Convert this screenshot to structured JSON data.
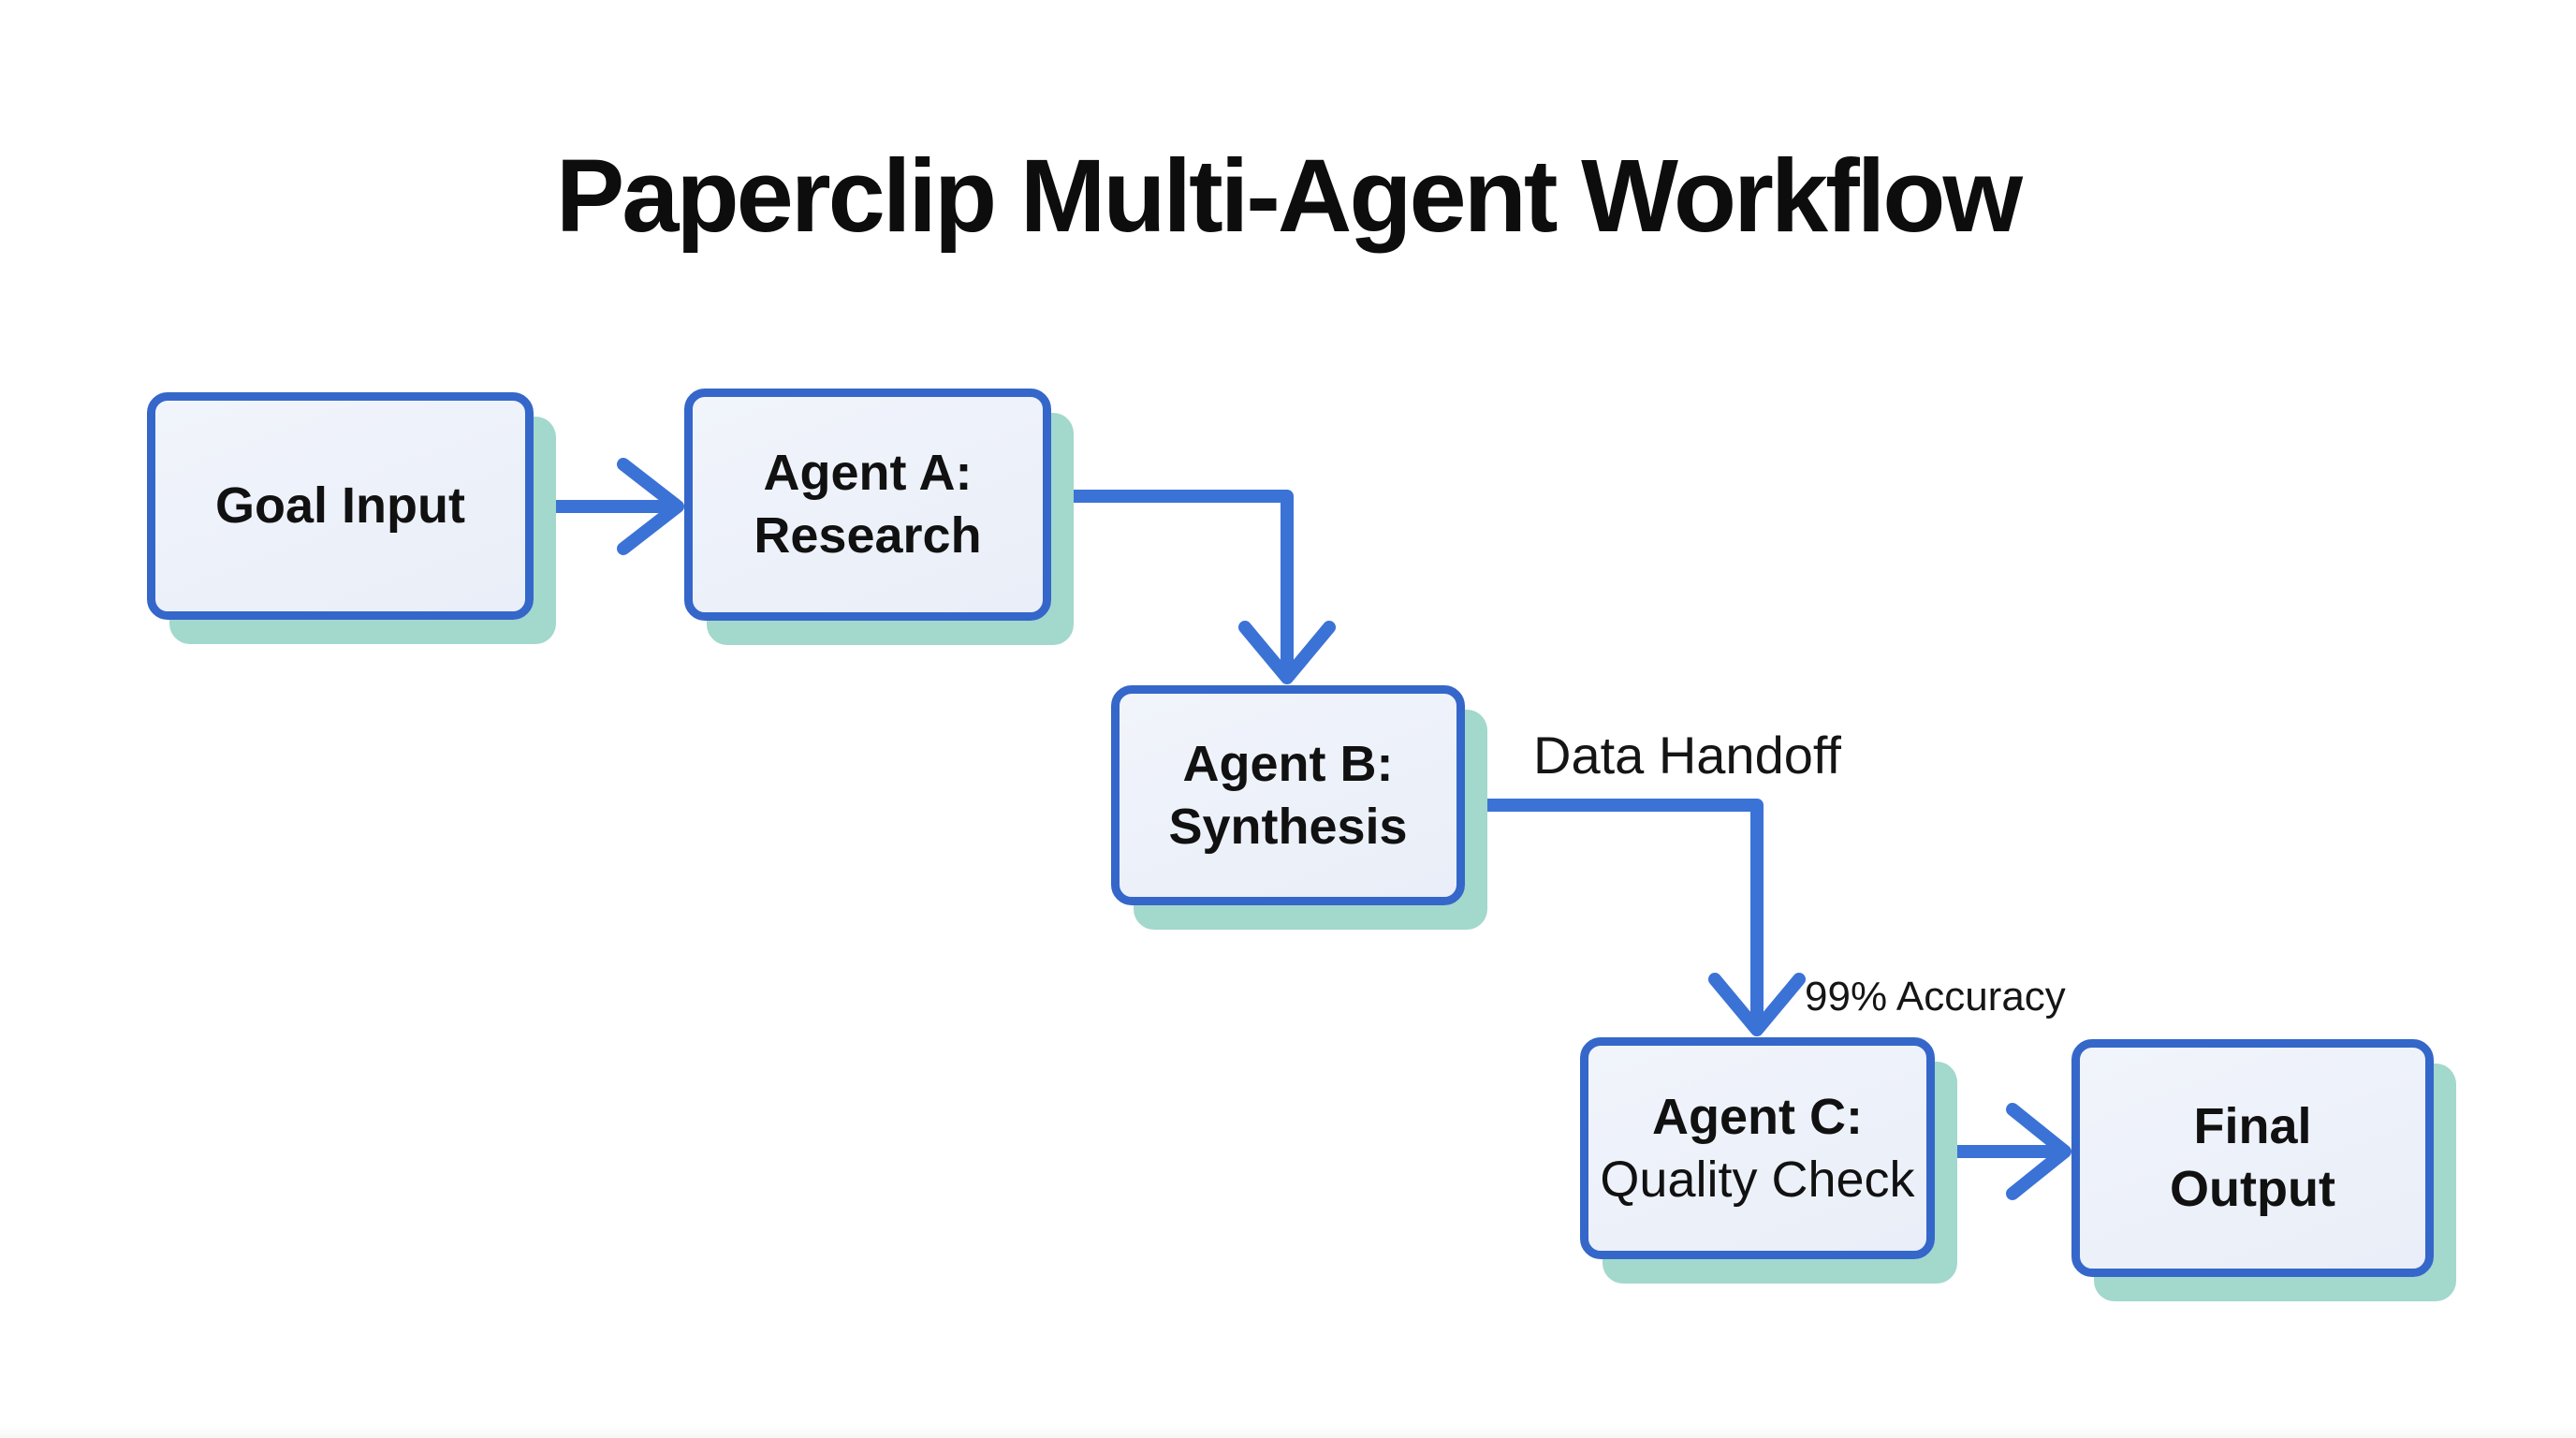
{
  "title": "Paperclip Multi-Agent Workflow",
  "diagram": {
    "nodes": [
      {
        "id": "goal-input",
        "line1": "Goal Input"
      },
      {
        "id": "agent-a",
        "line1": "Agent A:",
        "line2": "Research"
      },
      {
        "id": "agent-b",
        "line1": "Agent B:",
        "line2": "Synthesis"
      },
      {
        "id": "agent-c",
        "line1": "Agent C:",
        "line2": "Quality Check"
      },
      {
        "id": "final-output",
        "line1": "Final",
        "line2": "Output"
      }
    ],
    "edges": [
      {
        "id": "goal-to-agent-a",
        "from": "goal-input",
        "to": "agent-a"
      },
      {
        "id": "agent-a-to-agent-b",
        "from": "agent-a",
        "to": "agent-b"
      },
      {
        "id": "agent-b-to-agent-c",
        "from": "agent-b",
        "to": "agent-c",
        "label": "Data Handoff"
      },
      {
        "id": "agent-c-to-final",
        "from": "agent-c",
        "to": "final-output",
        "label": "99% Accuracy"
      }
    ],
    "edge_labels": {
      "data_handoff": "Data Handoff",
      "accuracy": "99% Accuracy"
    },
    "colors": {
      "node_fill": "#edf1fa",
      "node_border": "#3467c9",
      "node_shadow": "#a3d8cc",
      "arrow": "#3b72d6",
      "text": "#111111"
    }
  }
}
